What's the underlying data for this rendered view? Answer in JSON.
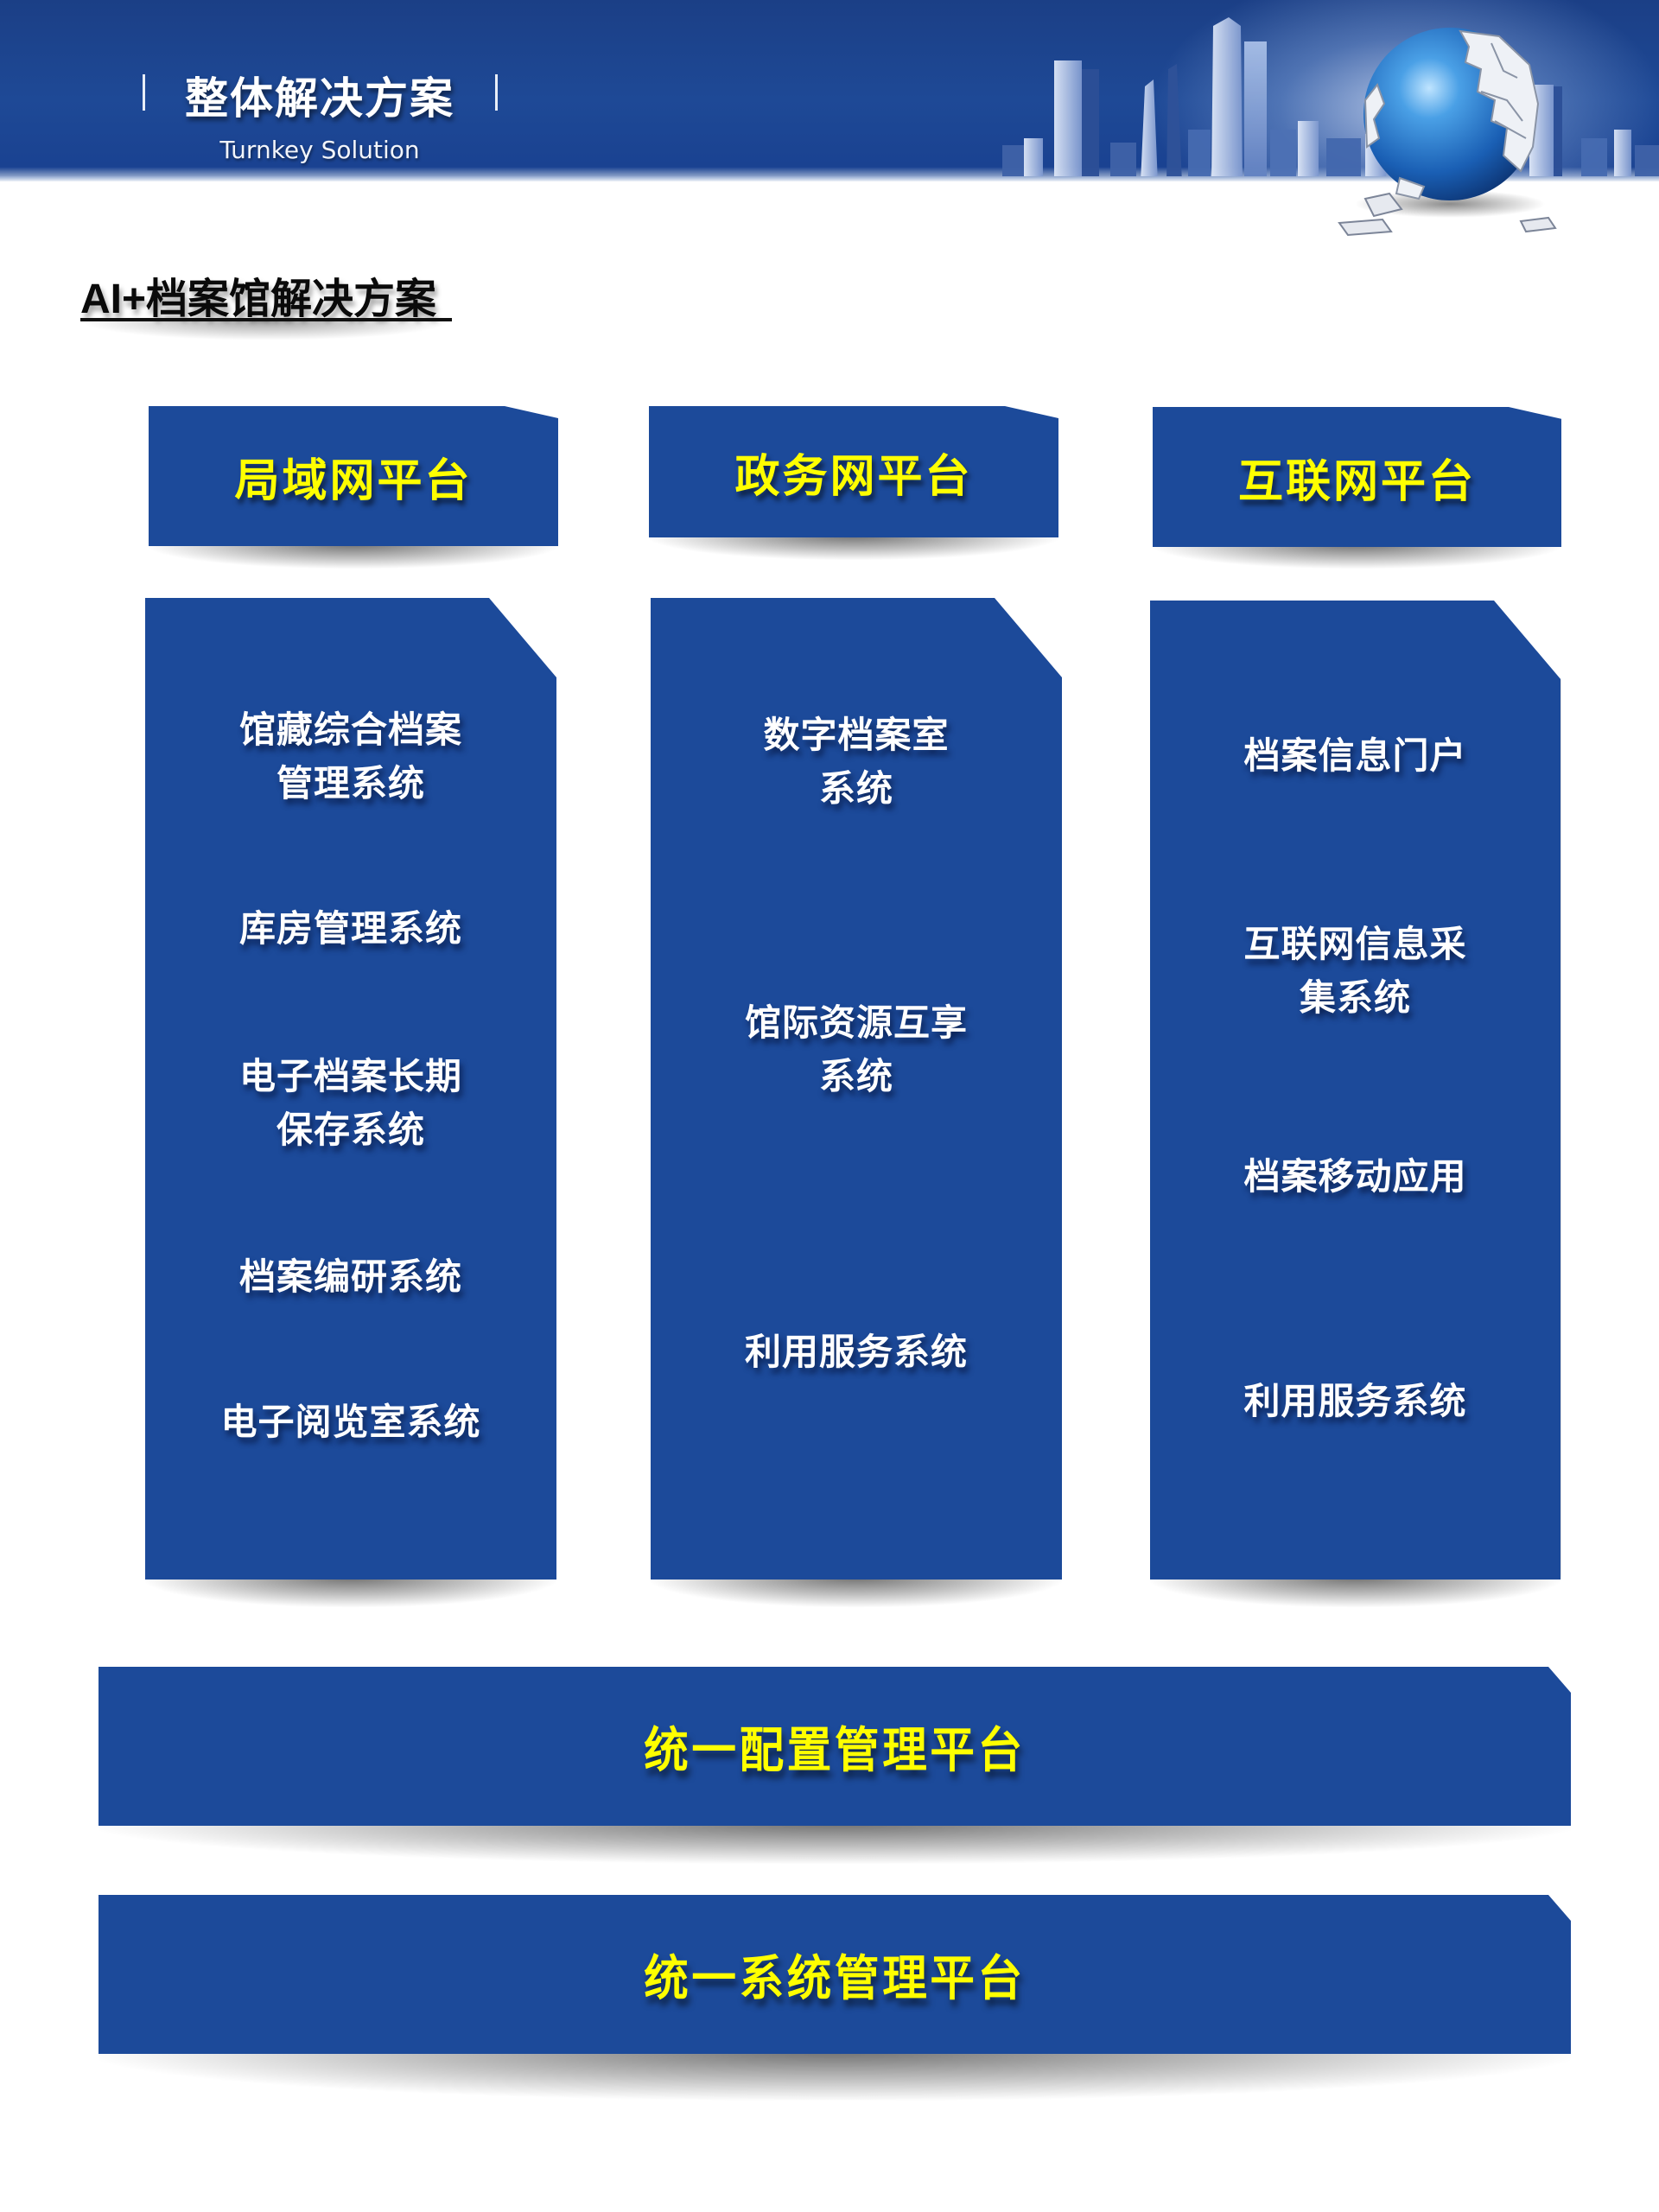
{
  "banner": {
    "title": "整体解决方案",
    "subtitle": "Turnkey Solution"
  },
  "section": {
    "title": "AI+档案馆解决方案"
  },
  "colors": {
    "box_blue": "#1c4a9a",
    "header_label_yellow": "#ffff00",
    "item_text_white": "#ffffff",
    "banner_blue": "#1e4996"
  },
  "columns": [
    {
      "header": "局域网平台",
      "items": [
        {
          "line1": "馆藏综合档案",
          "line2": "管理系统"
        },
        {
          "line1": "库房管理系统",
          "line2": ""
        },
        {
          "line1": "电子档案长期",
          "line2": "保存系统"
        },
        {
          "line1": "档案编研系统",
          "line2": ""
        },
        {
          "line1": "电子阅览室系统",
          "line2": ""
        }
      ]
    },
    {
      "header": "政务网平台",
      "items": [
        {
          "line1": "数字档案室",
          "line2": "系统"
        },
        {
          "line1": "馆际资源互享",
          "line2": "系统"
        },
        {
          "line1": "利用服务系统",
          "line2": ""
        }
      ]
    },
    {
      "header": "互联网平台",
      "items": [
        {
          "line1": "档案信息门户",
          "line2": ""
        },
        {
          "line1": "互联网信息采",
          "line2": "集系统"
        },
        {
          "line1": "档案移动应用",
          "line2": ""
        },
        {
          "line1": "利用服务系统",
          "line2": ""
        }
      ]
    }
  ],
  "platforms": [
    {
      "label": "统一配置管理平台"
    },
    {
      "label": "统一系统管理平台"
    }
  ]
}
